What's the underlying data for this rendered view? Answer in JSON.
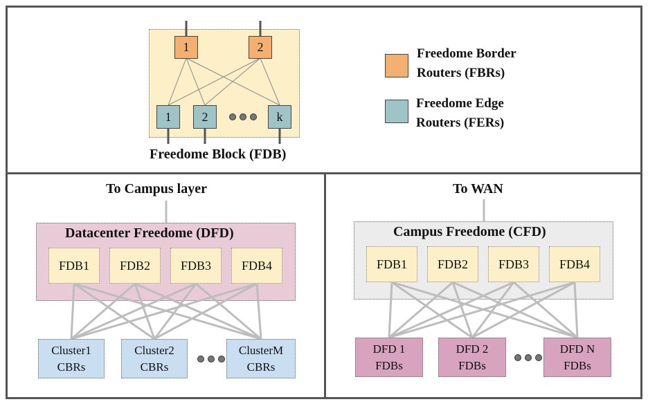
{
  "colors": {
    "fbr": "#f4b071",
    "fer": "#9fc4c7",
    "fdb_block": "#fdf0c8",
    "dfd_block": "#e8cbd6",
    "cfd_block": "#ececec",
    "cbr": "#c9def0",
    "dfd_fdbs": "#d7a3be",
    "links": "#bdbdbd"
  },
  "top": {
    "fbrs": [
      "1",
      "2"
    ],
    "fers": [
      "1",
      "2",
      "k"
    ],
    "caption": "Freedome Block (FDB)",
    "legend": [
      {
        "lines": [
          "Freedome Border",
          "Routers (FBRs)"
        ],
        "color_key": "fbr"
      },
      {
        "lines": [
          "Freedome Edge",
          "Routers (FERs)"
        ],
        "color_key": "fer"
      }
    ]
  },
  "left": {
    "uplink_label": "To Campus layer",
    "block_title": "Datacenter Freedome (DFD)",
    "fdbs": [
      "FDB1",
      "FDB2",
      "FDB3",
      "FDB4"
    ],
    "clusters": [
      {
        "line1": "Cluster1",
        "line2": "CBRs"
      },
      {
        "line1": "Cluster2",
        "line2": "CBRs"
      },
      {
        "line1": "ClusterM",
        "line2": "CBRs"
      }
    ]
  },
  "right": {
    "uplink_label": "To WAN",
    "block_title": "Campus Freedome (CFD)",
    "fdbs": [
      "FDB1",
      "FDB2",
      "FDB3",
      "FDB4"
    ],
    "dfds": [
      {
        "line1": "DFD 1",
        "line2": "FDBs"
      },
      {
        "line1": "DFD 2",
        "line2": "FDBs"
      },
      {
        "line1": "DFD N",
        "line2": "FDBs"
      }
    ]
  }
}
